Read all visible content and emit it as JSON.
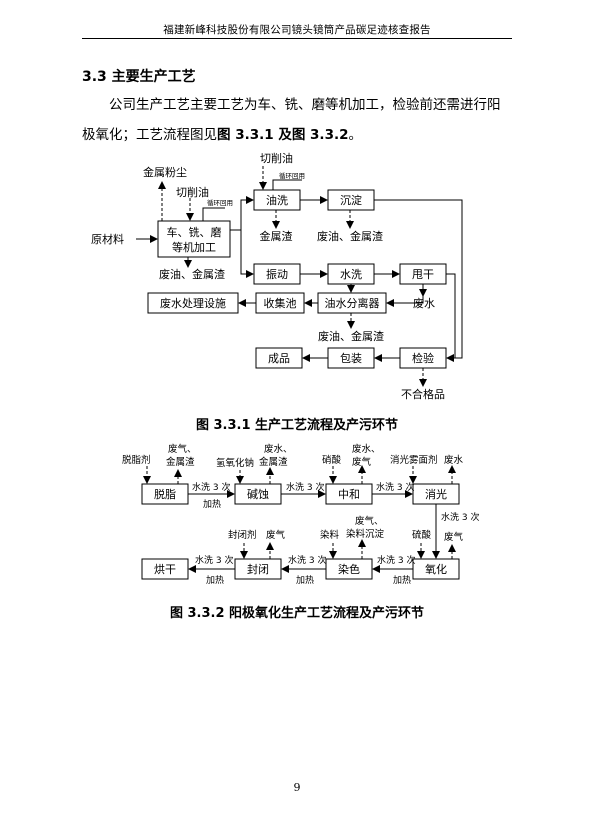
{
  "header": {
    "title": "福建新峰科技股份有限公司镜头镜筒产品碳足迹核查报告"
  },
  "section": {
    "heading": "3.3 主要生产工艺"
  },
  "paragraph": {
    "text_a": "公司生产工艺主要工艺为车、铣、磨等机加工，检验前还需进行阳极氧化；工艺流程图见",
    "ref1": "图 3.3.1",
    "and": " 及",
    "ref2": "图 3.3.2",
    "end": "。"
  },
  "fig1": {
    "caption": "图 3.3.1    生产工艺流程及产污环节",
    "labels": {
      "metal_dust": "金属粉尘",
      "cutting_oil_top": "切削油",
      "cutting_oil_left": "切削油",
      "recycle_left": "循环回用",
      "recycle_top": "循环回用",
      "raw": "原材料",
      "machining_1": "车、铣、磨",
      "machining_2": "等机加工",
      "oil_wash": "油洗",
      "settle": "沉淀",
      "metal_slag_1": "金属渣",
      "waste_oil_slag_1": "废油、金属渣",
      "waste_oil_slag_2": "废油、金属渣",
      "vibrate": "振动",
      "water_wash": "水洗",
      "dry": "甩干",
      "waste_water_1": "废水",
      "wwt": "废水处理设施",
      "collect_pool": "收集池",
      "oil_water_sep": "油水分离器",
      "waste_oil_slag_3": "废油、金属渣",
      "product": "成品",
      "pack": "包装",
      "inspect": "检验",
      "reject": "不合格品"
    }
  },
  "fig2": {
    "caption": "图 3.3.2    阳极氧化生产工艺流程及产污环节",
    "labels": {
      "degreaser": "脱脂剂",
      "waste_gas_slag_1a": "废气、",
      "waste_gas_slag_1b": "金属渣",
      "naoh": "氢氧化钠",
      "waste_water_slag_a": "废水、",
      "waste_water_slag_b": "金属渣",
      "nitric": "硝酸",
      "waste_water_gas_a": "废水、",
      "waste_water_gas_b": "废气",
      "polish_agent": "消光雾面剂",
      "waste_water_2": "废水",
      "degrease": "脱脂",
      "etch": "碱蚀",
      "neutralize": "中和",
      "polish": "消光",
      "wash3_1": "水洗 3 次",
      "wash3_2": "水洗 3 次",
      "wash3_3": "水洗 3 次",
      "wash3_4": "水洗 3 次",
      "wash3_5": "水洗 3 次",
      "wash3_6": "水洗 3 次",
      "wash3_7": "水洗 3 次",
      "heat_1": "加热",
      "heat_2": "加热",
      "heat_3": "加热",
      "heat_4": "加热",
      "seal_agent": "封闭剂",
      "waste_gas_seal": "废气",
      "dye": "染料",
      "waste_gas_dye_a": "废气、",
      "waste_gas_dye_b": "染料沉淀",
      "sulfuric": "硫酸",
      "waste_gas_ox": "废气",
      "dry": "烘干",
      "seal": "封闭",
      "dyeing": "染色",
      "oxidize": "氧化"
    }
  },
  "footer": {
    "page_number": "9"
  }
}
